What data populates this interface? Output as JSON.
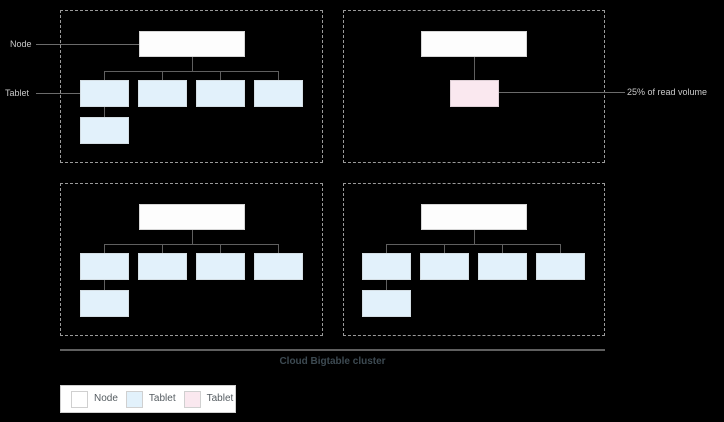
{
  "diagram": {
    "title": "Cloud Bigtable cluster",
    "colors": {
      "background": "#000000",
      "node_fill": "#fdfdfd",
      "node_stroke": "#d6d6d6",
      "tablet_fill": "#e2f1fb",
      "tablet_stroke": "#d4dee4",
      "tablet_hot_fill": "#fae8ef",
      "tablet_hot_stroke": "#decfd5",
      "panel_border": "#9a9a9a",
      "connector": "#5f5f5f",
      "label_text": "#c9c9c9",
      "caption_text": "#3d4a52"
    },
    "side_labels": [
      {
        "text": "Node"
      },
      {
        "text": "Tablet"
      }
    ],
    "callout": {
      "text": "25% of read volume"
    },
    "legend": {
      "items": [
        {
          "label": "Node",
          "swatch": "#ffffff"
        },
        {
          "label": "Tablet",
          "swatch": "#e2f1fb"
        },
        {
          "label": "Tablet",
          "swatch": "#fae8ef"
        }
      ]
    },
    "panels": [
      {
        "name": "node-panel-top-left",
        "node_label": "",
        "tablet_count": 4,
        "extra_tablet_count": 1,
        "has_hot_tablet": false
      },
      {
        "name": "node-panel-top-right",
        "node_label": "",
        "tablet_count": 0,
        "extra_tablet_count": 0,
        "has_hot_tablet": true
      },
      {
        "name": "node-panel-bottom-left",
        "node_label": "",
        "tablet_count": 4,
        "extra_tablet_count": 1,
        "has_hot_tablet": false
      },
      {
        "name": "node-panel-bottom-right",
        "node_label": "",
        "tablet_count": 4,
        "extra_tablet_count": 1,
        "has_hot_tablet": false
      }
    ]
  }
}
